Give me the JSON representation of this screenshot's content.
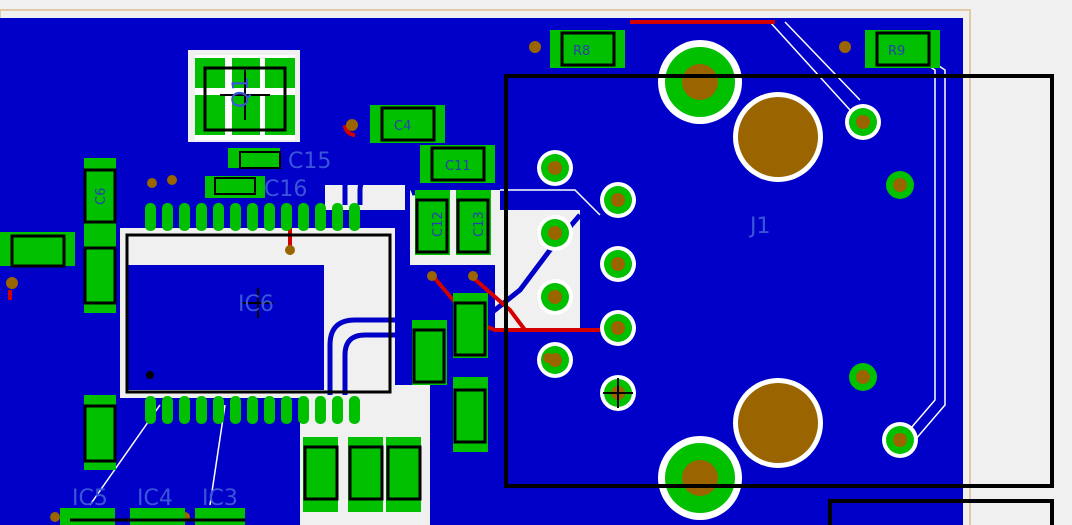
{
  "view": {
    "colors": {
      "background": "#f0f0f0",
      "copper_pour": "#0000c8",
      "pad": "#00c000",
      "drill": "#9a6400",
      "silkscreen": "#000000",
      "top_trace": "#d40000",
      "board_edge": "#e0c8a8"
    }
  },
  "labels": {
    "q1": "Q1",
    "c15": "C15",
    "c16": "C16",
    "c6": "C6",
    "c4": "C4",
    "c11": "C11",
    "c12": "C12",
    "c13": "C13",
    "r8": "R8",
    "r9": "R9",
    "j1": "J1",
    "ic6": "IC6",
    "ic5": "IC5",
    "ic4": "IC4",
    "ic3": "IC3"
  }
}
